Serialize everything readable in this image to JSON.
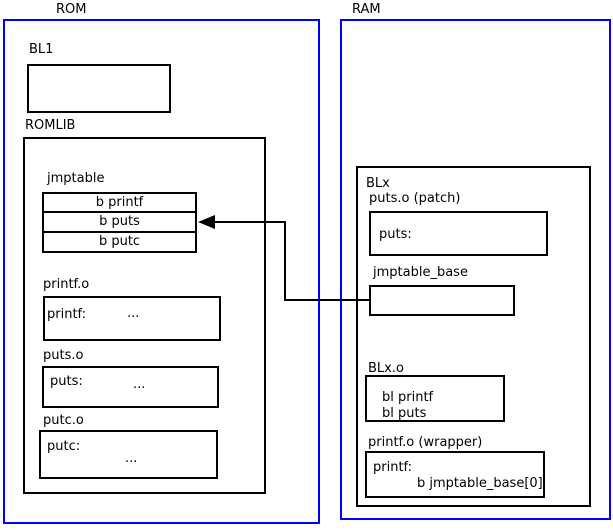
{
  "rom": {
    "label": "ROM",
    "bl1": {
      "label": "BL1"
    },
    "romlib": {
      "label": "ROMLIB",
      "jmptable": {
        "label": "jmptable",
        "rows": [
          "b printf",
          "b puts",
          "b putc"
        ]
      },
      "objects": [
        {
          "label": "printf.o",
          "symbol": "printf:",
          "dots": "..."
        },
        {
          "label": "puts.o",
          "symbol": "puts:",
          "dots": "..."
        },
        {
          "label": "putc.o",
          "symbol": "putc:",
          "dots": "..."
        }
      ]
    }
  },
  "ram": {
    "label": "RAM",
    "blx": {
      "label": "BLx",
      "puts_patch": {
        "label": "puts.o (patch)",
        "symbol": "puts:"
      },
      "jmptable_base": {
        "label": "jmptable_base"
      },
      "blx_o": {
        "label": "BLx.o",
        "lines": [
          "bl printf",
          "bl puts"
        ]
      },
      "printf_wrapper": {
        "label": "printf.o (wrapper)",
        "symbol": "printf:",
        "body": "b jmptable_base[0]"
      }
    }
  },
  "arrow": {
    "from": "jmptable_base",
    "to": "b puts"
  },
  "colors": {
    "region_border": "#0000ff",
    "box_border": "#000000",
    "line": "#000000",
    "background": "#ffffff"
  }
}
